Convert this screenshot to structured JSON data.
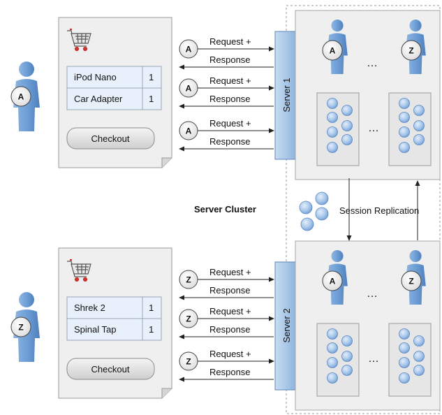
{
  "top": {
    "user_letter": "A",
    "items": [
      {
        "name": "iPod Nano",
        "qty": "1"
      },
      {
        "name": "Car Adapter",
        "qty": "1"
      }
    ],
    "checkout_label": "Checkout",
    "server_label": "Server 1",
    "request_label": "Request +",
    "response_label": "Response",
    "session_users": [
      "A",
      "Z"
    ],
    "ellipsis": "…"
  },
  "bottom": {
    "user_letter": "Z",
    "items": [
      {
        "name": "Shrek 2",
        "qty": "1"
      },
      {
        "name": "Spinal Tap",
        "qty": "1"
      }
    ],
    "checkout_label": "Checkout",
    "server_label": "Server 2",
    "request_label": "Request +",
    "response_label": "Response",
    "session_users": [
      "A",
      "Z"
    ],
    "ellipsis": "…"
  },
  "cluster_label": "Server Cluster",
  "replication_label": "Session Replication",
  "colors": {
    "person": "#6f9fd6",
    "server_bar": "#a9c7e8",
    "panel": "#efefef",
    "item_cell": "#e8f1fb",
    "dot": "#a7c6ea"
  }
}
